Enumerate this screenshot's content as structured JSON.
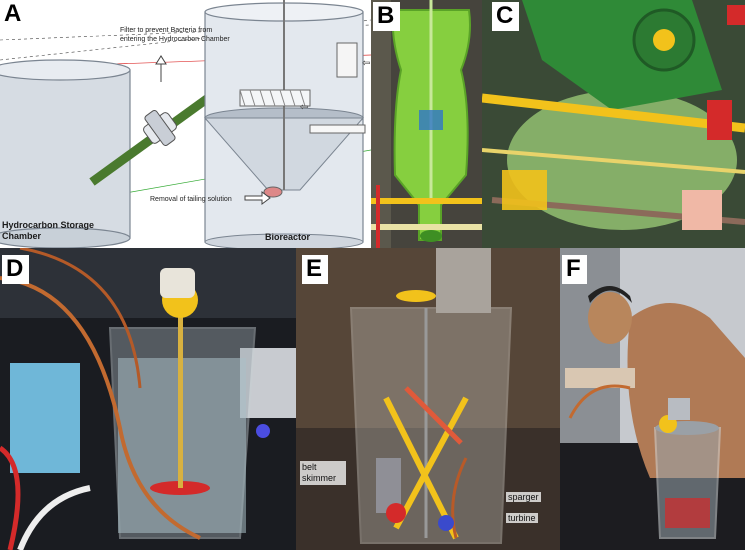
{
  "panels": {
    "a": {
      "label": "A",
      "filter_note": "Filter to prevent Bacteria from entering the Hydrocarbon Chamber",
      "tailing_note": "Removal of tailing solution",
      "storage_label": "Hydrocarbon Storage Chamber",
      "bioreactor_label": "Bioreactor"
    },
    "b": {
      "label": "B"
    },
    "c": {
      "label": "C"
    },
    "d": {
      "label": "D"
    },
    "e": {
      "label": "E",
      "skimmer_label": "belt skimmer",
      "sparger_label": "sparger",
      "turbine_label": "turbine"
    },
    "f": {
      "label": "F"
    }
  },
  "colors": {
    "panel_a_bg": "#ffffff",
    "tank_fill": "#dde3ea",
    "pipe_green": "#4a7a2e",
    "bottle_green": "#7fce3a",
    "knex_yellow": "#f2c21b",
    "knex_red": "#d42a2a",
    "lab_dark": "#1e1e22"
  }
}
